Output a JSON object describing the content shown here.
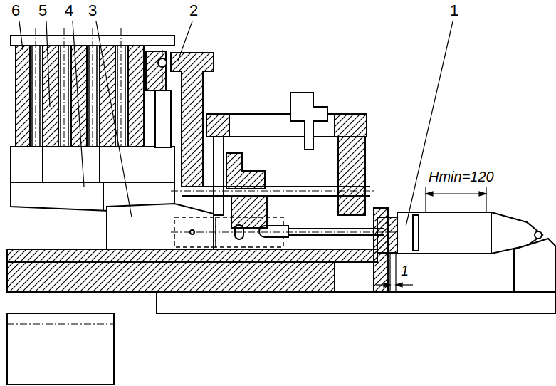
{
  "diagram": {
    "labels": [
      "6",
      "5",
      "4",
      "3",
      "2",
      "1",
      "Hmin=120",
      "1"
    ]
  }
}
